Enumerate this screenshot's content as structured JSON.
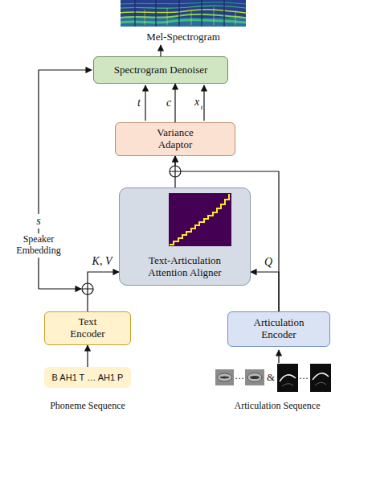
{
  "diagram": {
    "nodes": [
      {
        "text": [
          "Mel-Spectrogram"
        ]
      },
      {
        "text": [
          "Spectrogram Denoiser"
        ]
      },
      {
        "text": [
          "Variance Adaptor"
        ]
      },
      {
        "text": [
          "Text-Articulation Attention Aligner"
        ]
      },
      {
        "text": [
          "Text Encoder"
        ]
      },
      {
        "text": [
          "Articulation Encoder"
        ]
      },
      {
        "text": [
          "B AH1 T … AH1 P"
        ]
      }
    ],
    "edges": [
      {
        "from": 1,
        "to": 0,
        "arrow": "to"
      },
      {
        "from": 2,
        "to": 1,
        "label": "c",
        "arrow": "to"
      },
      {
        "from": 3,
        "to": 2,
        "arrow": "to"
      },
      {
        "from": 5,
        "to": 2,
        "arrow": "to"
      },
      {
        "from": 4,
        "to": 3,
        "label": "K, V",
        "arrow": "to"
      },
      {
        "from": 5,
        "to": 3,
        "label": "Q",
        "arrow": "to"
      },
      {
        "from": 6,
        "to": 4,
        "arrow": "to"
      }
    ],
    "labels": [
      "t",
      "x",
      "t",
      "s",
      "Speaker Embedding",
      "Phoneme Sequence",
      "Articulation Sequence",
      "…",
      "&",
      "…"
    ]
  }
}
